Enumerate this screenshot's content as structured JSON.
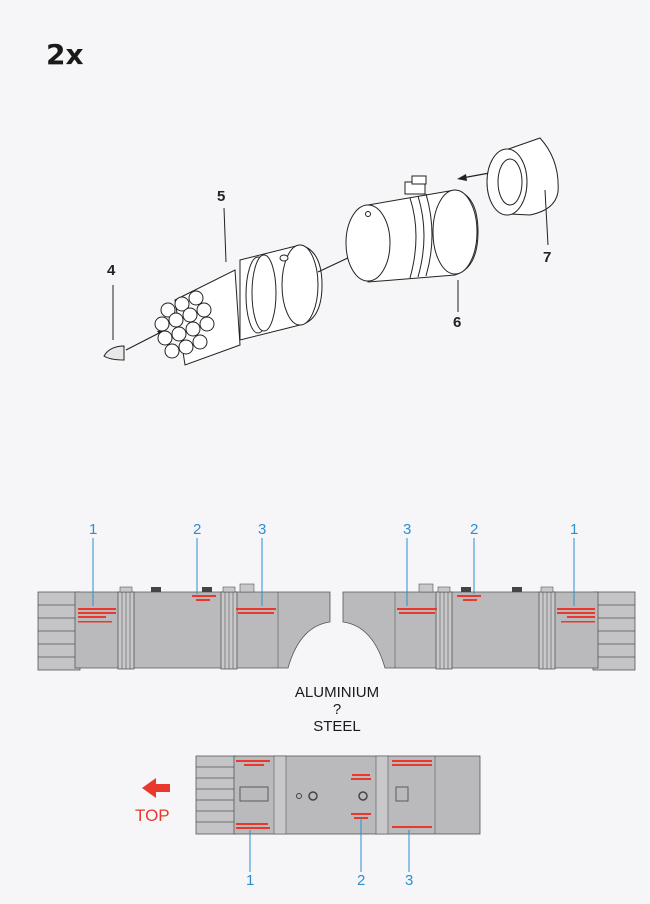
{
  "quantity": "2x",
  "assembly": {
    "parts": [
      {
        "number": "4"
      },
      {
        "number": "5"
      },
      {
        "number": "6"
      },
      {
        "number": "7"
      }
    ]
  },
  "markings": {
    "side_left_callouts": [
      "1",
      "2",
      "3"
    ],
    "side_right_callouts": [
      "3",
      "2",
      "1"
    ],
    "top_view_callouts": [
      "1",
      "2",
      "3"
    ],
    "material_line1": "ALUMINIUM",
    "material_line2": "?",
    "material_line3": "STEEL",
    "direction_label": "TOP"
  },
  "colors": {
    "body": "#b9b9bb",
    "callout": "#2a8fd0",
    "stencil": "#e8392c"
  }
}
